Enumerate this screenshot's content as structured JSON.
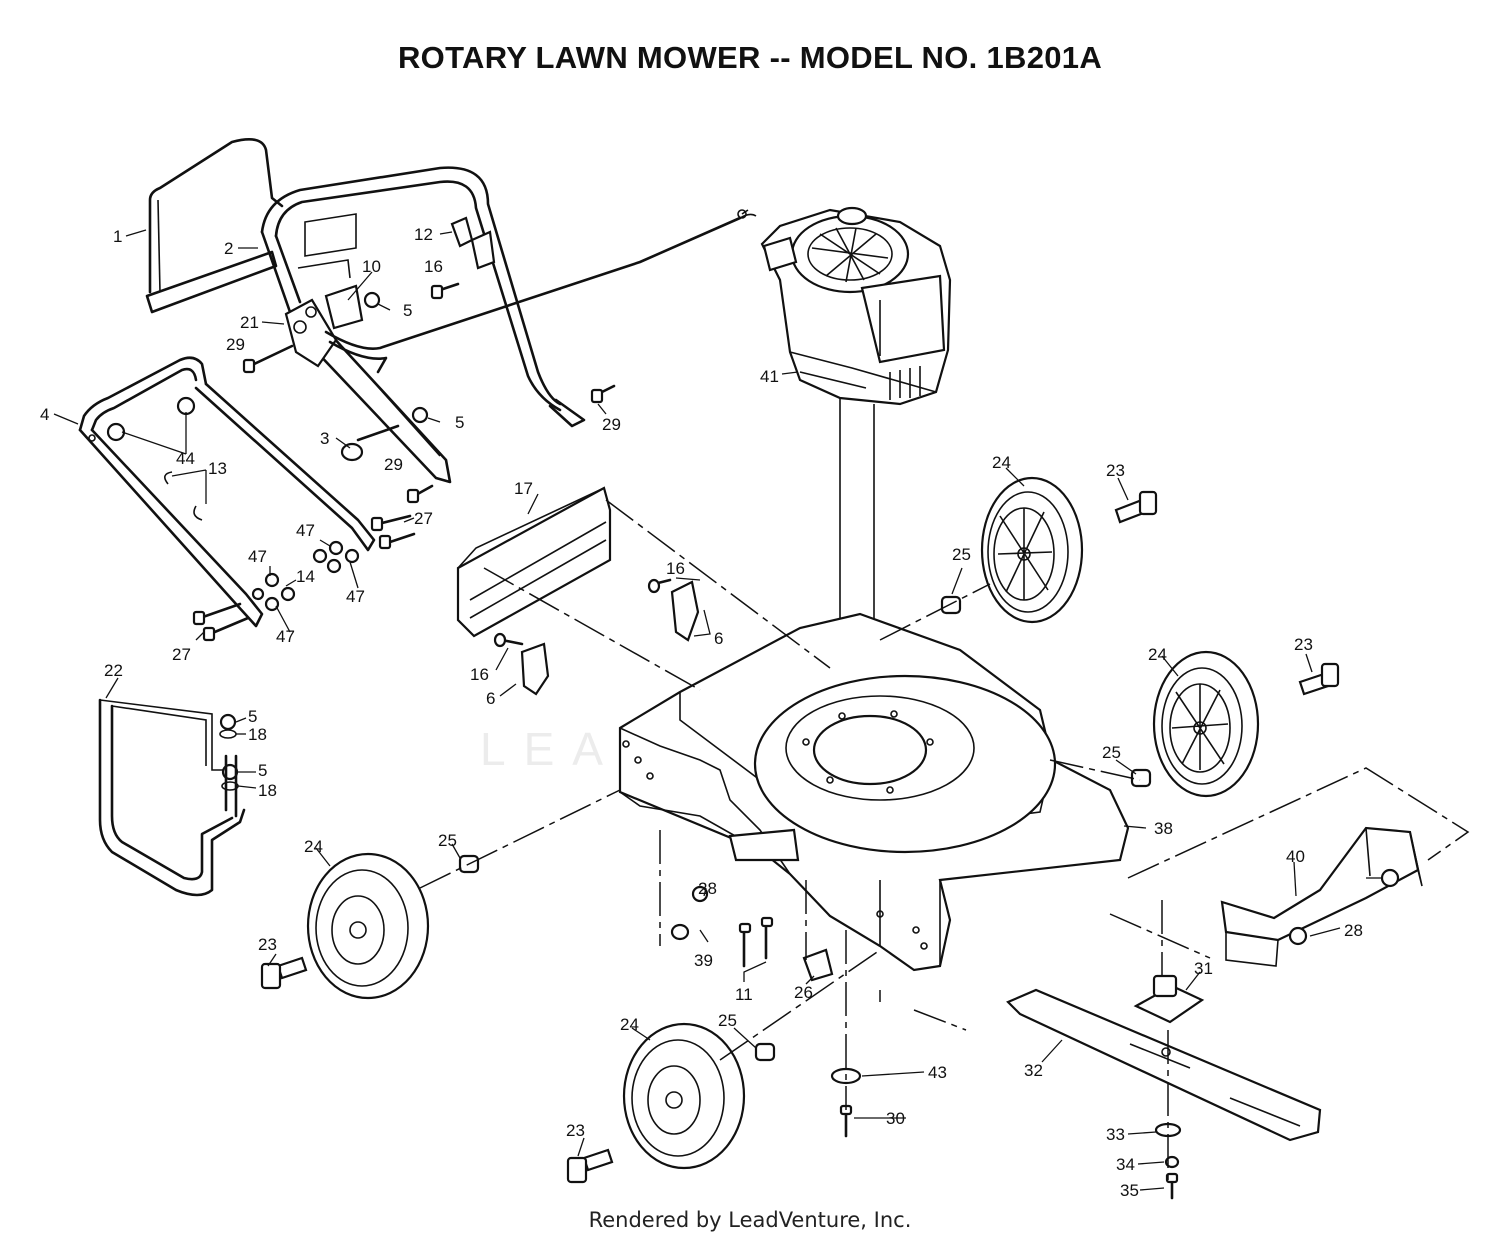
{
  "diagram": {
    "title": "ROTARY LAWN MOWER -- MODEL NO. 1B201A",
    "footer": "Rendered by LeadVenture, Inc.",
    "watermark": "LEADVENTURE",
    "colors": {
      "ink": "#111111",
      "background": "#ffffff",
      "watermark": "#ececec"
    }
  },
  "labels": [
    {
      "id": "1",
      "text": "1"
    },
    {
      "id": "2",
      "text": "2"
    },
    {
      "id": "3",
      "text": "3"
    },
    {
      "id": "4",
      "text": "4"
    },
    {
      "id": "5a",
      "text": "5"
    },
    {
      "id": "5b",
      "text": "5"
    },
    {
      "id": "5c",
      "text": "5"
    },
    {
      "id": "5d",
      "text": "5"
    },
    {
      "id": "6a",
      "text": "6"
    },
    {
      "id": "6b",
      "text": "6"
    },
    {
      "id": "10",
      "text": "10"
    },
    {
      "id": "11",
      "text": "11"
    },
    {
      "id": "12",
      "text": "12"
    },
    {
      "id": "13",
      "text": "13"
    },
    {
      "id": "14",
      "text": "14"
    },
    {
      "id": "16a",
      "text": "16"
    },
    {
      "id": "16b",
      "text": "16"
    },
    {
      "id": "16c",
      "text": "16"
    },
    {
      "id": "17",
      "text": "17"
    },
    {
      "id": "18a",
      "text": "18"
    },
    {
      "id": "18b",
      "text": "18"
    },
    {
      "id": "21",
      "text": "21"
    },
    {
      "id": "22",
      "text": "22"
    },
    {
      "id": "23a",
      "text": "23"
    },
    {
      "id": "23b",
      "text": "23"
    },
    {
      "id": "23c",
      "text": "23"
    },
    {
      "id": "23d",
      "text": "23"
    },
    {
      "id": "24a",
      "text": "24"
    },
    {
      "id": "24b",
      "text": "24"
    },
    {
      "id": "24c",
      "text": "24"
    },
    {
      "id": "24d",
      "text": "24"
    },
    {
      "id": "25a",
      "text": "25"
    },
    {
      "id": "25b",
      "text": "25"
    },
    {
      "id": "25c",
      "text": "25"
    },
    {
      "id": "25d",
      "text": "25"
    },
    {
      "id": "26",
      "text": "26"
    },
    {
      "id": "27a",
      "text": "27"
    },
    {
      "id": "27b",
      "text": "27"
    },
    {
      "id": "28a",
      "text": "28"
    },
    {
      "id": "28b",
      "text": "28"
    },
    {
      "id": "29a",
      "text": "29"
    },
    {
      "id": "29b",
      "text": "29"
    },
    {
      "id": "29c",
      "text": "29"
    },
    {
      "id": "30",
      "text": "30"
    },
    {
      "id": "31",
      "text": "31"
    },
    {
      "id": "32",
      "text": "32"
    },
    {
      "id": "33",
      "text": "33"
    },
    {
      "id": "34",
      "text": "34"
    },
    {
      "id": "35",
      "text": "35"
    },
    {
      "id": "38",
      "text": "38"
    },
    {
      "id": "39",
      "text": "39"
    },
    {
      "id": "40",
      "text": "40"
    },
    {
      "id": "41",
      "text": "41"
    },
    {
      "id": "43",
      "text": "43"
    },
    {
      "id": "44",
      "text": "44"
    },
    {
      "id": "47a",
      "text": "47"
    },
    {
      "id": "47b",
      "text": "47"
    },
    {
      "id": "47c",
      "text": "47"
    },
    {
      "id": "47d",
      "text": "47"
    }
  ]
}
